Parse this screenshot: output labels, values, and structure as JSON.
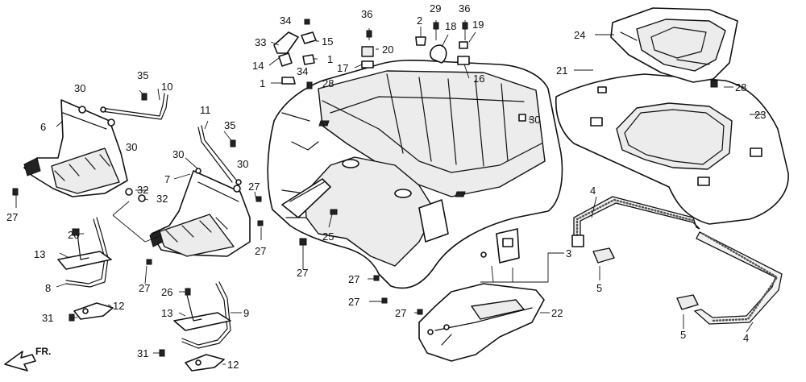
{
  "diagram": {
    "direction_indicator": "FR.",
    "callouts": {
      "c24": "24",
      "c21": "21",
      "c28a": "28",
      "c23": "23",
      "c30a": "30",
      "c34a": "34",
      "c33": "33",
      "c15": "15",
      "c1a": "1",
      "c14": "14",
      "c34b": "34",
      "c1b": "1",
      "c28b": "28",
      "c36a": "36",
      "c20": "20",
      "c17": "17",
      "c2": "2",
      "c29": "29",
      "c18": "18",
      "c36b": "36",
      "c19": "19",
      "c16": "16",
      "c30b": "30",
      "c10": "10",
      "c35a": "35",
      "c6": "6",
      "c30c": "30",
      "c27a": "27",
      "c11": "11",
      "c35b": "35",
      "c30d": "30",
      "c30e": "30",
      "c7": "7",
      "c32a": "32",
      "c32b": "32",
      "c27b": "27",
      "c27c": "27",
      "c25": "25",
      "c27d": "27",
      "c26a": "26",
      "c13a": "13",
      "c8": "8",
      "c31a": "31",
      "c12a": "12",
      "c27e": "27",
      "c26b": "26",
      "c13b": "13",
      "c9": "9",
      "c31b": "31",
      "c12b": "12",
      "c27f": "27",
      "c27g": "27",
      "c27h": "27",
      "c22": "22",
      "c3": "3",
      "c4a": "4",
      "c5a": "5",
      "c5b": "5",
      "c4b": "4"
    }
  }
}
